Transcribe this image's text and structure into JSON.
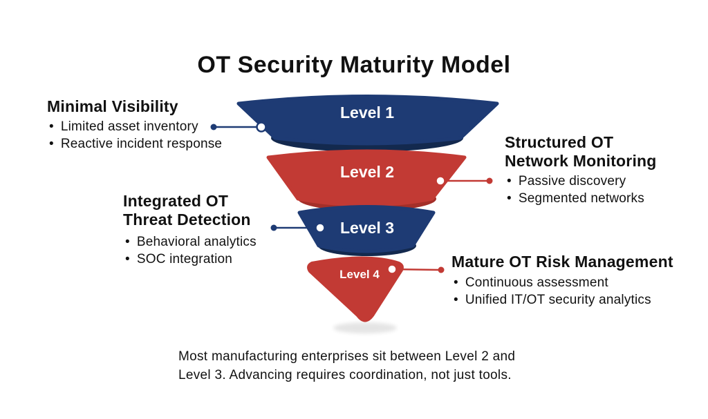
{
  "title": "OT Security Maturity Model",
  "bullet_glyph": "•",
  "colors": {
    "background": "#ffffff",
    "text": "#111111",
    "blue": "#1e3b74",
    "blue-dark": "#13294e",
    "red": "#c23a34",
    "red-dark": "#a42f29",
    "label": "#ffffff"
  },
  "funnel": {
    "levels": [
      {
        "label": "Level 1",
        "color": "#1e3b74"
      },
      {
        "label": "Level 2",
        "color": "#c23a34"
      },
      {
        "label": "Level 3",
        "color": "#1e3b74"
      },
      {
        "label": "Level 4",
        "color": "#c23a34"
      }
    ]
  },
  "annotations": {
    "level1": {
      "heading": "Minimal Visibility",
      "bullets": [
        "Limited asset inventory",
        "Reactive incident response"
      ]
    },
    "level2": {
      "heading_line1": "Structured OT",
      "heading_line2": "Network Monitoring",
      "bullets": [
        "Passive discovery",
        "Segmented networks"
      ]
    },
    "level3": {
      "heading_line1": "Integrated OT",
      "heading_line2": "Threat Detection",
      "bullets": [
        "Behavioral analytics",
        "SOC integration"
      ]
    },
    "level4": {
      "heading": "Mature OT Risk Management",
      "bullets": [
        "Continuous assessment",
        "Unified IT/OT security analytics"
      ]
    }
  },
  "footer": {
    "line1": "Most manufacturing enterprises sit between Level 2 and",
    "line2": "Level 3. Advancing requires coordination, not just tools."
  }
}
